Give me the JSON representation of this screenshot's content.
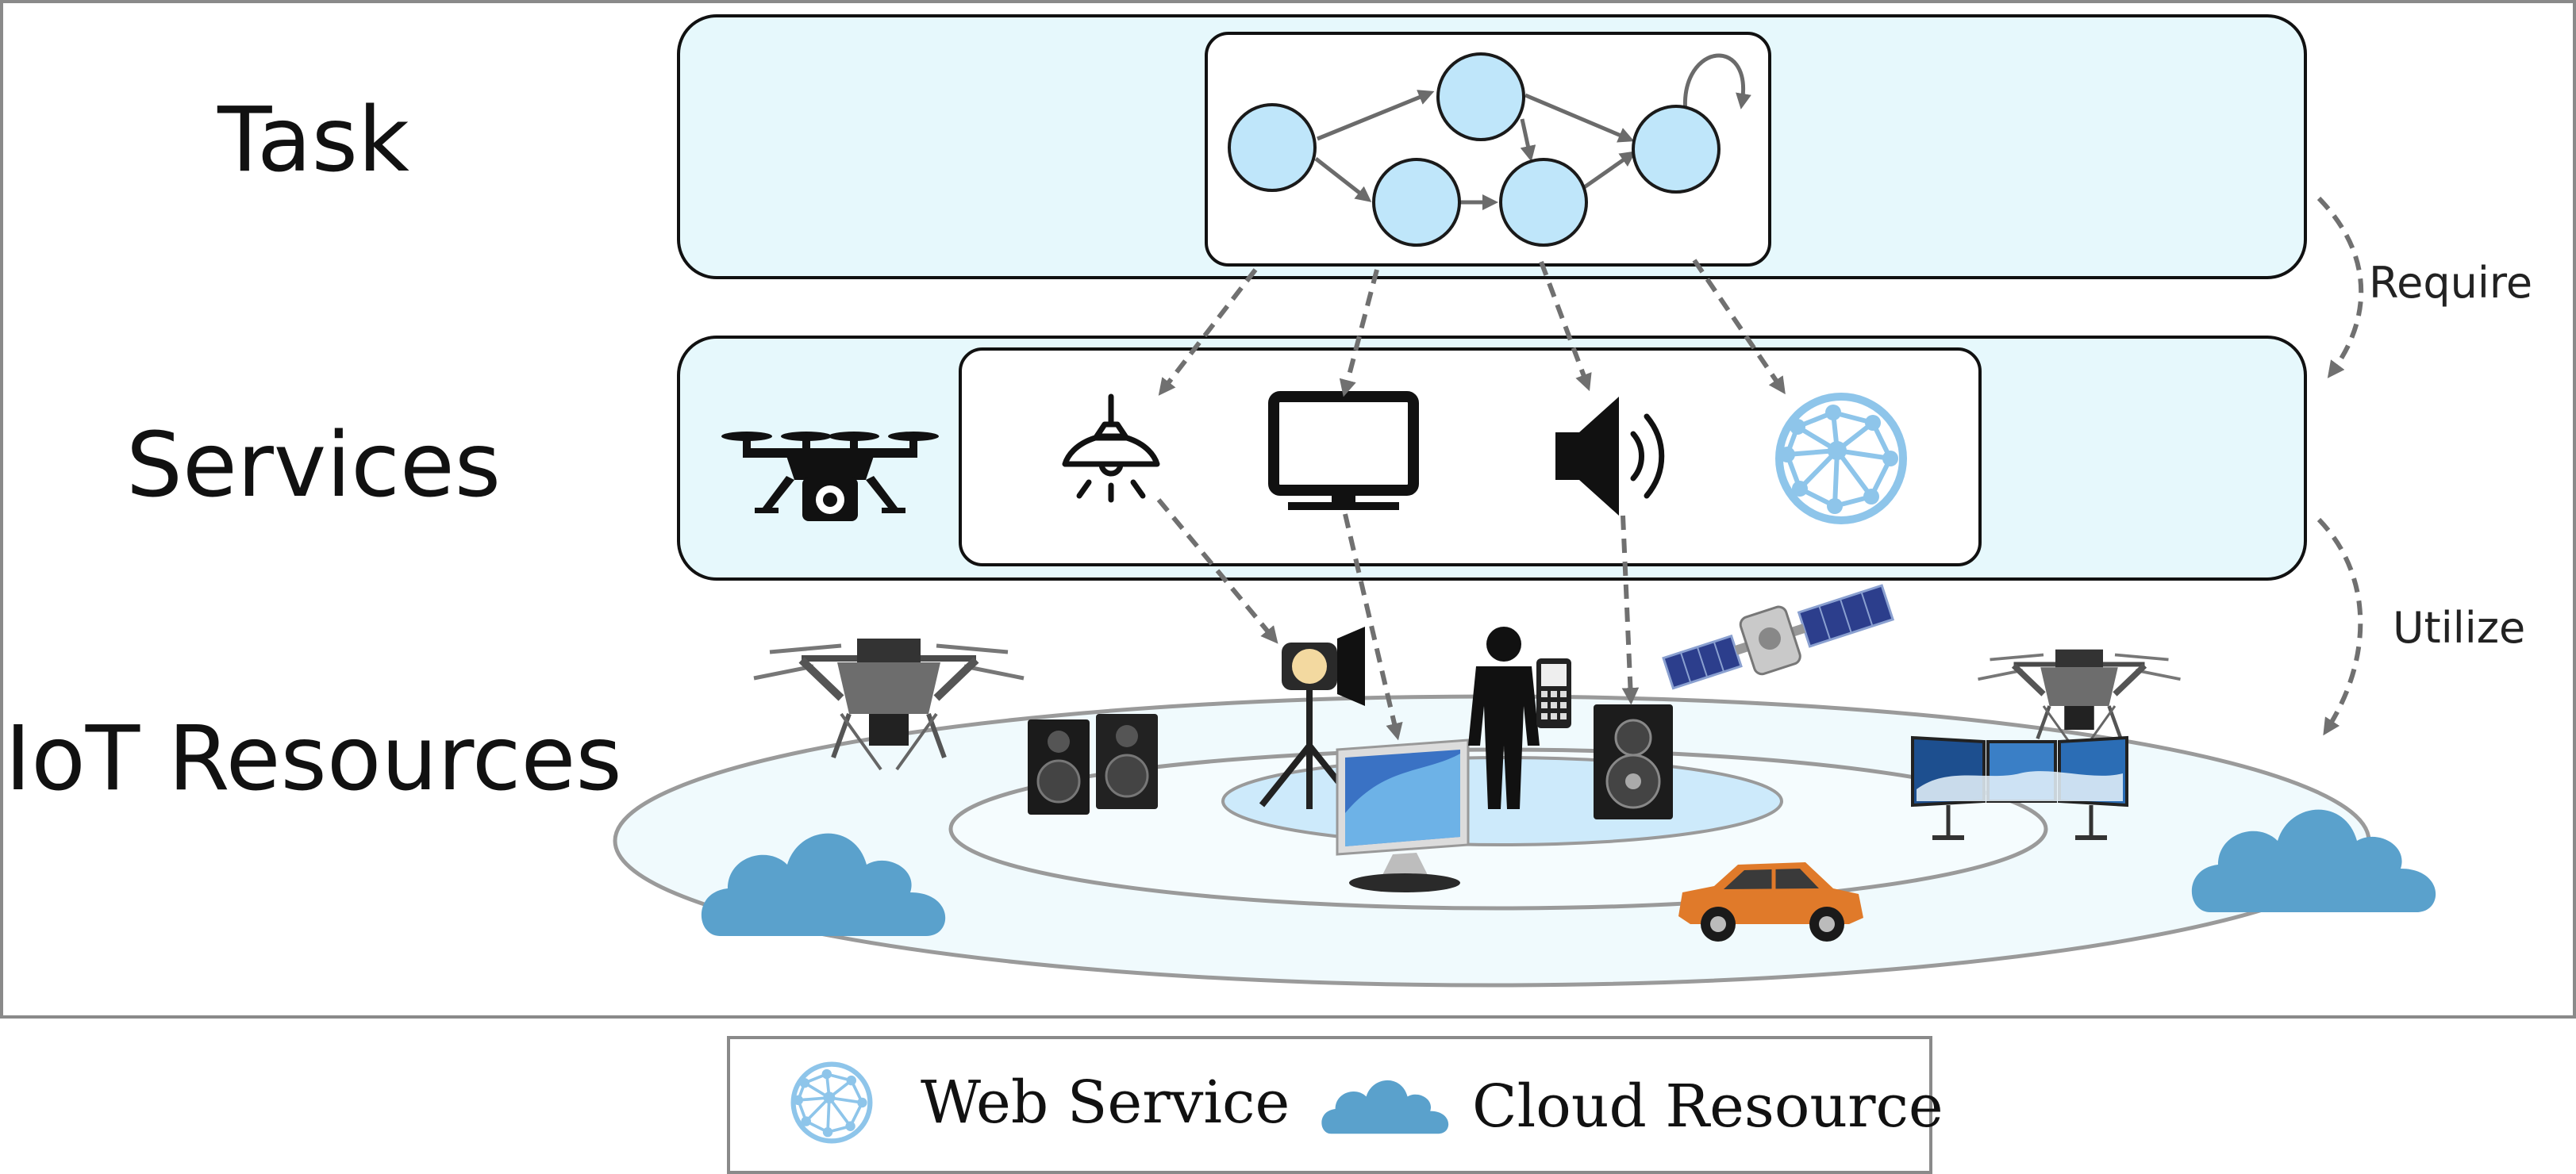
{
  "layers": {
    "task": "Task",
    "services": "Services",
    "iot": "IoT Resources"
  },
  "relations": {
    "require": "Require",
    "utilize": "Utilize"
  },
  "legend": {
    "web_service": "Web Service",
    "cloud_resource": "Cloud Resource"
  },
  "colors": {
    "layer_fill": "#e6f8fc",
    "node_fill": "#bfe6fa",
    "web_icon": "#8ec5ea",
    "cloud": "#5aa1cc",
    "ring_fill": "#f0fafd",
    "inner_ring_fill": "#cdeafb",
    "arrow": "#707070"
  },
  "service_icons": [
    "drone-icon",
    "lamp-icon",
    "monitor-icon",
    "speaker-icon",
    "web-service-icon"
  ],
  "resource_icons": [
    "drone-icon",
    "studio-speakers-icon",
    "spotlight-icon",
    "monitor-icon",
    "person-icon",
    "phone-icon",
    "speaker-icon",
    "satellite-icon",
    "car-icon",
    "video-wall-icon",
    "cloud-icon"
  ]
}
